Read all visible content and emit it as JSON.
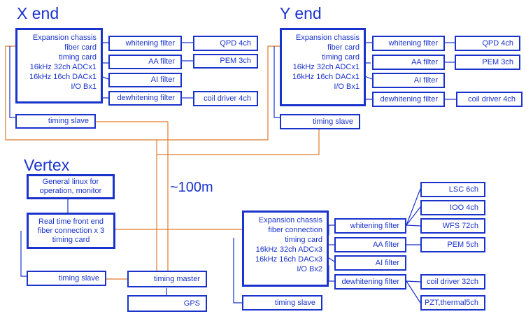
{
  "colors": {
    "box": "#1a33cc",
    "wire_blue": "#1a33cc",
    "wire_orange": "#e07b2e"
  },
  "distance_label": "~100m",
  "x_end": {
    "title": "X end",
    "chassis": [
      "Expansion chassis",
      "fiber card",
      "timing card",
      "16kHz 32ch ADCx1",
      "16kHz 16ch DACx1",
      "I/O Bx1"
    ],
    "whitening": "whitening filter",
    "aa": "AA filter",
    "ai": "AI filter",
    "dewhitening": "dewhitening filter",
    "qpd": "QPD 4ch",
    "pem": "PEM 3ch",
    "coil": "coil driver 4ch",
    "timing_slave": "timing slave"
  },
  "y_end": {
    "title": "Y end",
    "chassis": [
      "Expansion chassis",
      "fiber card",
      "timing card",
      "16kHz 32ch ADCx1",
      "16kHz 16ch DACx1",
      "I/O Bx1"
    ],
    "whitening": "whitening filter",
    "aa": "AA filter",
    "ai": "AI filter",
    "dewhitening": "dewhitening filter",
    "qpd": "QPD 4ch",
    "pem": "PEM 3ch",
    "coil": "coil driver 4ch",
    "timing_slave": "timing slave"
  },
  "vertex": {
    "title": "Vertex",
    "linux": [
      "General linux for",
      "operation, monitor"
    ],
    "rt": [
      "Real time front end",
      "fiber connection x 3",
      "timing card"
    ],
    "timing_slave": "timing slave",
    "timing_master": "timing master",
    "gps": "GPS"
  },
  "corner": {
    "chassis": [
      "Expansion chassis",
      "fiber connection",
      "timing card",
      "16kHz 32ch ADCx3",
      "16kHz 16ch DACx3",
      "I/O Bx2"
    ],
    "whitening": "whitening filter",
    "aa": "AA filter",
    "ai": "AI filter",
    "dewhitening": "dewhitening filter",
    "lsc": "LSC 6ch",
    "ioo": "IOO 4ch",
    "wfs": "WFS 72ch",
    "pem": "PEM 5ch",
    "coil": "coil driver 32ch",
    "pzt": "PZT,thermal5ch",
    "timing_slave": "timing slave"
  }
}
